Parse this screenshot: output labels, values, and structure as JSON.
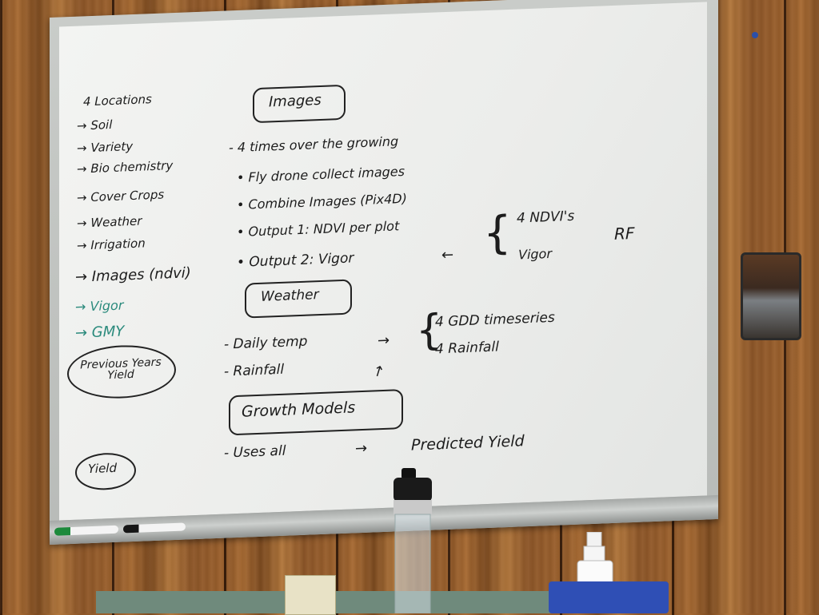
{
  "whiteboard": {
    "left_list": [
      "4 Locations",
      "→ Soil",
      "→ Variety",
      "→ Bio chemistry",
      "→ Cover Crops",
      "→ Weather",
      "→ Irrigation",
      "→ Images (ndvi)",
      "→ Vigor",
      "→ GMY"
    ],
    "previous_years_yield": "Previous Years Yield",
    "yield_label": "Yield",
    "images_section": {
      "heading": "Images",
      "lines": [
        "- 4 times over the growing",
        "• Fly drone collect images",
        "• Combine Images (Pix4D)",
        "• Output 1: NDVI per plot",
        "• Output 2: Vigor"
      ],
      "brace_items": [
        "4 NDVI's",
        "Vigor"
      ],
      "rf_label": "RF"
    },
    "weather_section": {
      "heading": "Weather",
      "lines": [
        "- Daily temp",
        "- Rainfall"
      ],
      "brace_items": [
        "4 GDD timeseries",
        "4 Rainfall"
      ]
    },
    "growth_section": {
      "heading": "Growth Models",
      "line": "- Uses all",
      "result": "Predicted Yield"
    }
  },
  "colors": {
    "ink_black": "#1c1c1c",
    "ink_teal": "#2a8a7c",
    "wall_wood": "#9c612d",
    "board_white": "#eeefed"
  }
}
